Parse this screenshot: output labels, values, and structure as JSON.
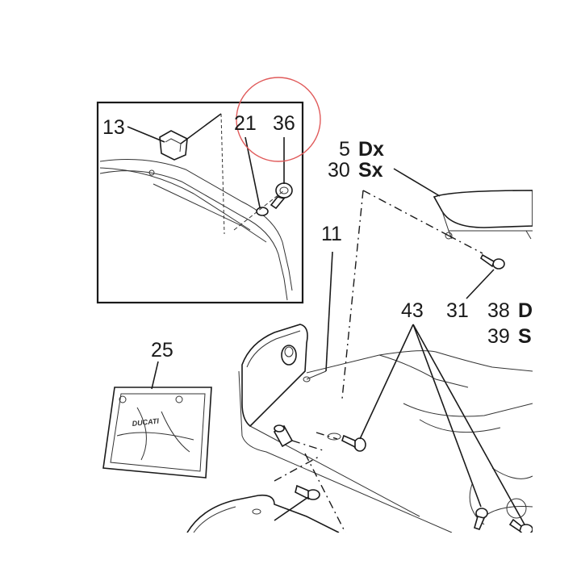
{
  "labels": {
    "p13": "13",
    "p21": "21",
    "p36": "36",
    "p5": "5",
    "dx": "Dx",
    "p30": "30",
    "sx": "Sx",
    "p11": "11",
    "p43": "43",
    "p31": "31",
    "p38": "38",
    "d": "D",
    "p39": "39",
    "s": "S",
    "p25": "25",
    "brand": "DUCATI"
  },
  "colors": {
    "line": "#1a1a1a",
    "highlight_circle": "#e05a5a",
    "background": "#ffffff"
  }
}
